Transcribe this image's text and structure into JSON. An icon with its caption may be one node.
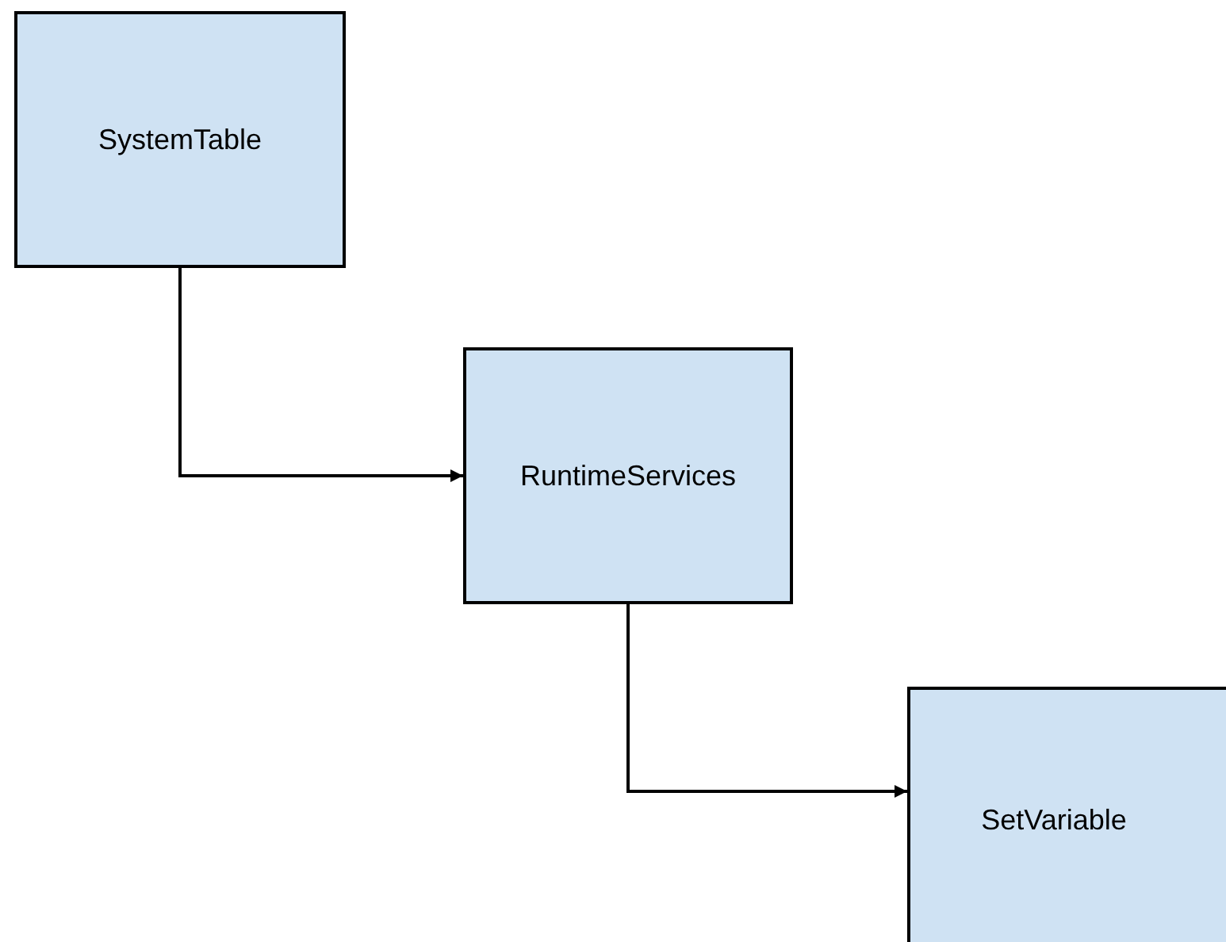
{
  "diagram": {
    "nodes": [
      {
        "text": [
          "SystemTable"
        ]
      },
      {
        "text": [
          "RuntimeServices"
        ]
      },
      {
        "text": [
          "SetVariable"
        ]
      }
    ],
    "edges": [
      {
        "from": 0,
        "to": 1,
        "arrow": "to"
      },
      {
        "from": 1,
        "to": 2,
        "arrow": "to"
      }
    ]
  }
}
